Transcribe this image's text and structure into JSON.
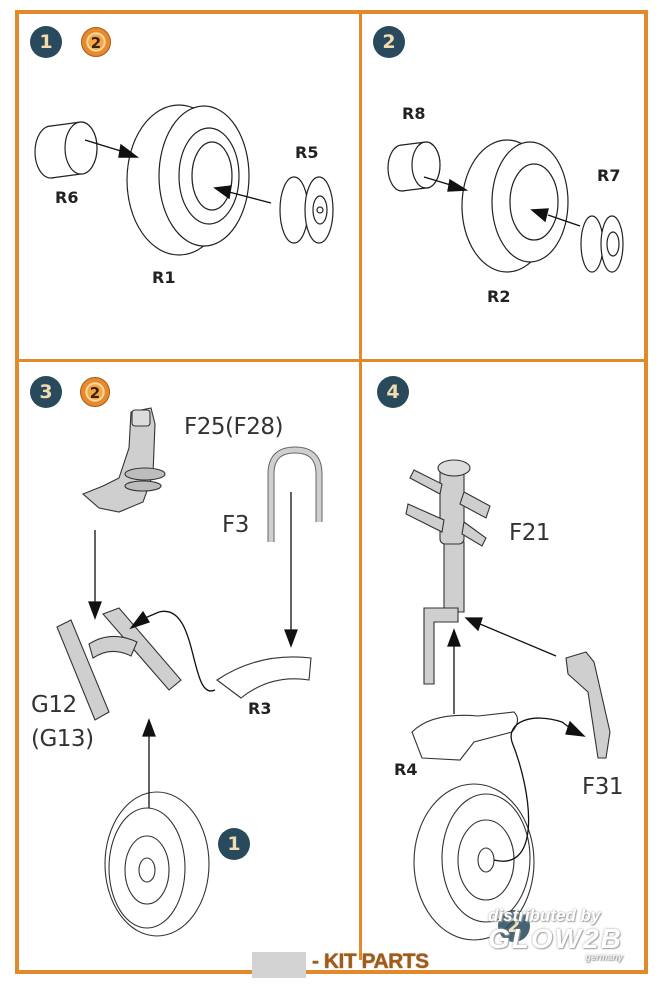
{
  "legend": {
    "swatch_color": "#d3d3d3",
    "label": "- KIT PARTS"
  },
  "watermark": {
    "line1": "distributed by",
    "line2": "GLOW2B",
    "line3": "germany"
  },
  "colors": {
    "frame": "#e2892b",
    "step_badge": "#284a5c",
    "step_badge_text": "#f0dcae",
    "ref_badge": "#e7892c",
    "kit_part_fill": "#cfcfcf"
  },
  "panels": [
    {
      "step": "1",
      "ref_step": "2",
      "parts": [
        "R6",
        "R1",
        "R5"
      ]
    },
    {
      "step": "2",
      "parts": [
        "R8",
        "R2",
        "R7"
      ]
    },
    {
      "step": "3",
      "ref_step": "2",
      "parts": [
        "F25(F28)",
        "F3",
        "G12",
        "(G13)",
        "R3"
      ],
      "subassembly_ref": "1"
    },
    {
      "step": "4",
      "parts": [
        "F21",
        "R4",
        "F31"
      ],
      "subassembly_ref": "2"
    }
  ]
}
